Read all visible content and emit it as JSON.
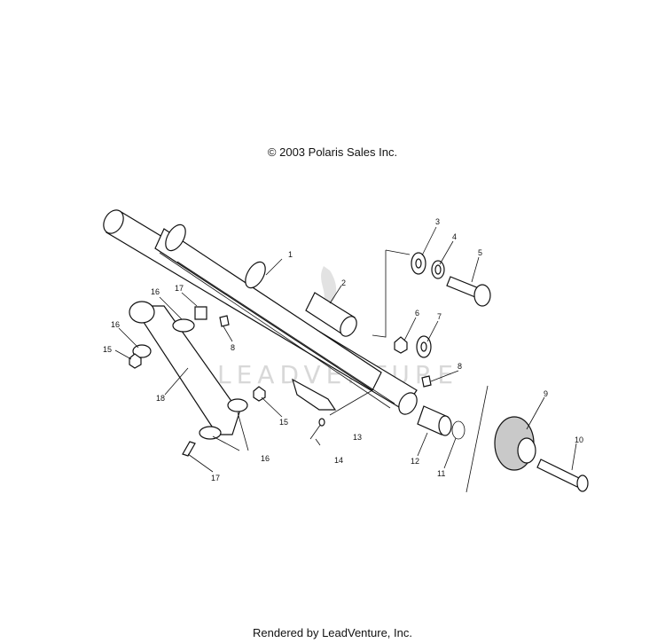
{
  "copyright": "© 2003 Polaris Sales Inc.",
  "footer": "Rendered by LeadVenture, Inc.",
  "watermark": "LEADVENTURE",
  "callouts": {
    "c1": "1",
    "c2": "2",
    "c3": "3",
    "c4": "4",
    "c5": "5",
    "c6": "6",
    "c7": "7",
    "c8a": "8",
    "c8b": "8",
    "c9": "9",
    "c10": "10",
    "c11": "11",
    "c12": "12",
    "c13": "13",
    "c14": "14",
    "c15a": "15",
    "c15b": "15",
    "c16a": "16",
    "c16b": "16",
    "c16c": "16",
    "c17a": "17",
    "c17b": "17",
    "c18": "18"
  }
}
